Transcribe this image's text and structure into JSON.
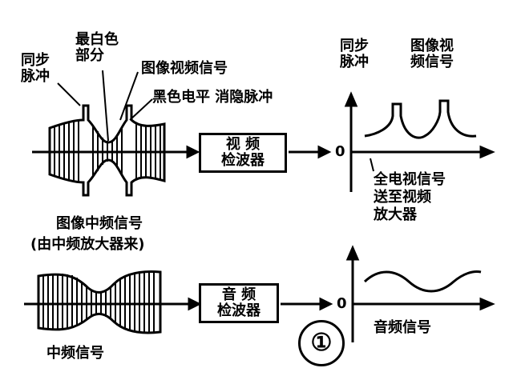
{
  "labels": {
    "sync_pulse": [
      "同步",
      "脉冲"
    ],
    "white_part": [
      "最白色",
      "部分"
    ],
    "image_video_signal": "图像视频信号",
    "black_level_blank": "黑色电平 消隐脉冲",
    "image_if_signal": "图像中频信号",
    "from_if_amp": "(由中频放大器来)",
    "right_sync_pulse": [
      "同步",
      "脉冲"
    ],
    "right_image_video": [
      "图像视",
      "频信号"
    ],
    "full_tv_signal": [
      "全电视信号",
      "送至视频",
      "放大器"
    ],
    "if_signal": "中频信号",
    "audio_signal": "音频信号",
    "zero_top": "0",
    "zero_bottom": "0",
    "figure_number": "①"
  },
  "boxes": {
    "video_detector": [
      "视  频",
      "检波器"
    ],
    "audio_detector": [
      "音  频",
      "检波器"
    ]
  }
}
